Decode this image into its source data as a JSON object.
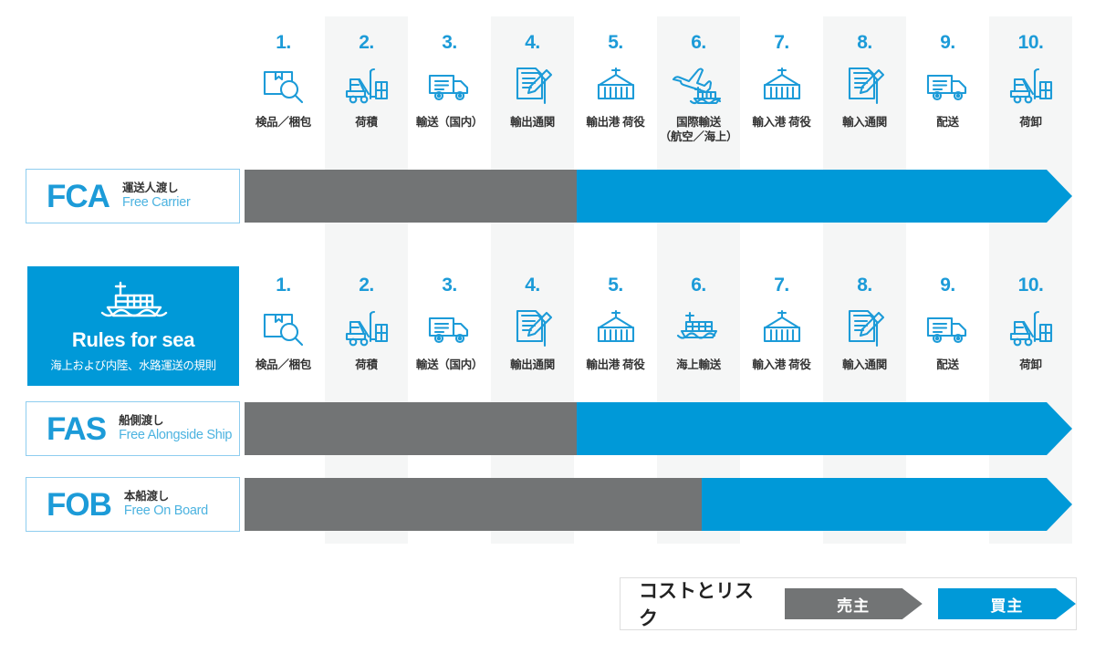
{
  "accent": {
    "blue": "#0099d8",
    "blue_light": "#1c9bd8",
    "gray": "#727475",
    "stripe": "#f5f6f6",
    "border": "#8ecdef"
  },
  "air_steps": [
    {
      "num": "1.",
      "icon": "inspection-packing-icon",
      "label": "検品／梱包"
    },
    {
      "num": "2.",
      "icon": "forklift-loading-icon",
      "label": "荷積"
    },
    {
      "num": "3.",
      "icon": "truck-icon",
      "label": "輸送（国内）"
    },
    {
      "num": "4.",
      "icon": "export-document-icon",
      "label": "輸出通関"
    },
    {
      "num": "5.",
      "icon": "container-crane-icon",
      "label": "輸出港 荷役"
    },
    {
      "num": "6.",
      "icon": "plane-ship-icon",
      "label": "国際輸送\n（航空／海上）"
    },
    {
      "num": "7.",
      "icon": "container-crane-icon",
      "label": "輸入港 荷役"
    },
    {
      "num": "8.",
      "icon": "import-document-icon",
      "label": "輸入通関"
    },
    {
      "num": "9.",
      "icon": "truck-icon",
      "label": "配送"
    },
    {
      "num": "10.",
      "icon": "forklift-unloading-icon",
      "label": "荷卸"
    }
  ],
  "sea_steps": [
    {
      "num": "1.",
      "icon": "inspection-packing-icon",
      "label": "検品／梱包"
    },
    {
      "num": "2.",
      "icon": "forklift-loading-icon",
      "label": "荷積"
    },
    {
      "num": "3.",
      "icon": "truck-icon",
      "label": "輸送（国内）"
    },
    {
      "num": "4.",
      "icon": "export-document-icon",
      "label": "輸出通関"
    },
    {
      "num": "5.",
      "icon": "container-crane-icon",
      "label": "輸出港 荷役"
    },
    {
      "num": "6.",
      "icon": "cargo-ship-icon",
      "label": "海上輸送"
    },
    {
      "num": "7.",
      "icon": "container-crane-icon",
      "label": "輸入港 荷役"
    },
    {
      "num": "8.",
      "icon": "import-document-icon",
      "label": "輸入通関"
    },
    {
      "num": "9.",
      "icon": "truck-icon",
      "label": "配送"
    },
    {
      "num": "10.",
      "icon": "forklift-unloading-icon",
      "label": "荷卸"
    }
  ],
  "rules_for_sea": {
    "icon": "cargo-ship-icon",
    "title": "Rules for sea",
    "subtitle": "海上および内陸、水路運送の規則"
  },
  "terms": [
    {
      "code": "FCA",
      "jp": "運送人渡し",
      "en": "Free Carrier",
      "seller_steps": 4,
      "buyer_steps": 6
    },
    {
      "code": "FAS",
      "jp": "船側渡し",
      "en": "Free Alongside Ship",
      "seller_steps": 4,
      "buyer_steps": 6
    },
    {
      "code": "FOB",
      "jp": "本船渡し",
      "en": "Free On Board",
      "seller_steps": 5.5,
      "buyer_steps": 4.5
    }
  ],
  "legend": {
    "title": "コストとリスク",
    "seller_label": "売主",
    "buyer_label": "買主"
  }
}
